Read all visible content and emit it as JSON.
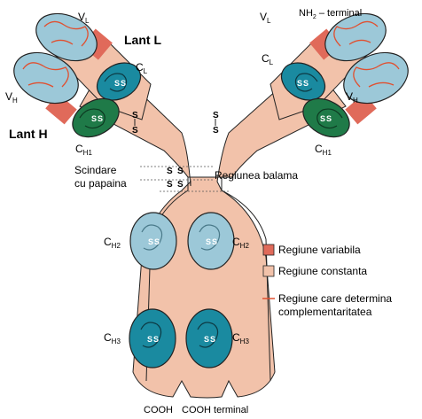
{
  "labels": {
    "vl": "V",
    "vl_sub": "L",
    "vh": "V",
    "vh_sub": "H",
    "cl": "C",
    "cl_sub": "L",
    "ch1": "C",
    "ch1_sub": "H1",
    "ch2": "C",
    "ch2_sub": "H2",
    "ch3": "C",
    "ch3_sub": "H3",
    "nh2_main": "NH",
    "nh2_sub": "2",
    "nh2_rest": " – terminal",
    "lant_l": "Lant L",
    "lant_h": "Lant H",
    "scindare_1": "Scindare",
    "scindare_2": "cu papaina",
    "balama": "Regiunea balama",
    "ss": "S",
    "cooh_left": "COOH",
    "cooh_right": "COOH terminal"
  },
  "legend": {
    "variabila": "Regiune variabila",
    "constanta": "Regiune constanta",
    "complementar_1": "Regiune care determina",
    "complementar_2": "complementaritatea"
  },
  "colors": {
    "constant": "#f2c2aa",
    "variable": "#e06a5a",
    "hypervariable_line": "#e05030",
    "domain_light": "#9cc8d8",
    "domain_teal": "#1a8aa0",
    "domain_green": "#1f7a48",
    "outline": "#222222"
  }
}
